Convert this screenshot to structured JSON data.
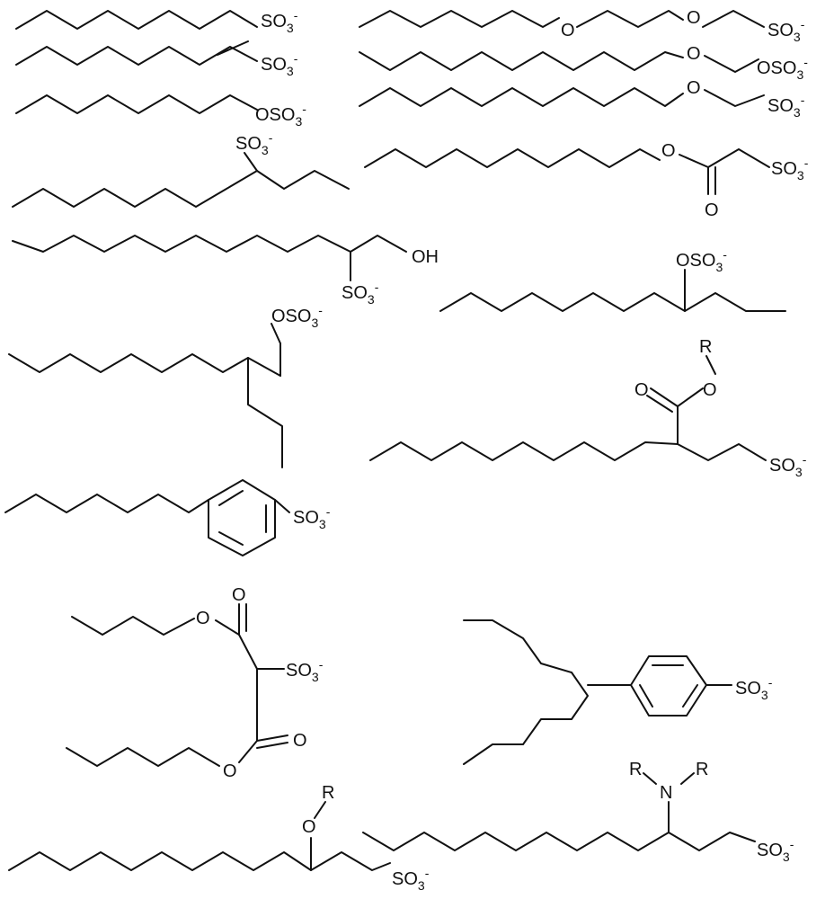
{
  "labels": {
    "sulfonate": "SO",
    "sulfate": "OSO",
    "sub_three": "3",
    "charge_minus": "-",
    "oxygen": "O",
    "hydroxyl": "OH",
    "nitrogen": "N",
    "r_group": "R"
  },
  "molecules": [
    {
      "id": "mol-1-octyl-sulfonate"
    },
    {
      "id": "mol-2-alkene-sulfonate"
    },
    {
      "id": "mol-3-alkyl-sulfate"
    },
    {
      "id": "mol-4-secondary-sulfonate"
    },
    {
      "id": "mol-5-hydroxy-sulfonate"
    },
    {
      "id": "mol-6-branched-sulfate"
    },
    {
      "id": "mol-7-alkylbenzene-sulfonate"
    },
    {
      "id": "mol-8-dialkyl-sulfosuccinate"
    },
    {
      "id": "mol-9-alkoxy-sulfonate"
    },
    {
      "id": "mol-10-ether-sulfonate"
    },
    {
      "id": "mol-11-ether-sulfate"
    },
    {
      "id": "mol-12-ether-sulfonate"
    },
    {
      "id": "mol-13-ester-sulfonate"
    },
    {
      "id": "mol-14-secondary-sulfate"
    },
    {
      "id": "mol-15-ester-sulfonate-branched"
    },
    {
      "id": "mol-16-branched-alkylbenzene-sulfonate"
    },
    {
      "id": "mol-17-amino-sulfonate"
    }
  ]
}
